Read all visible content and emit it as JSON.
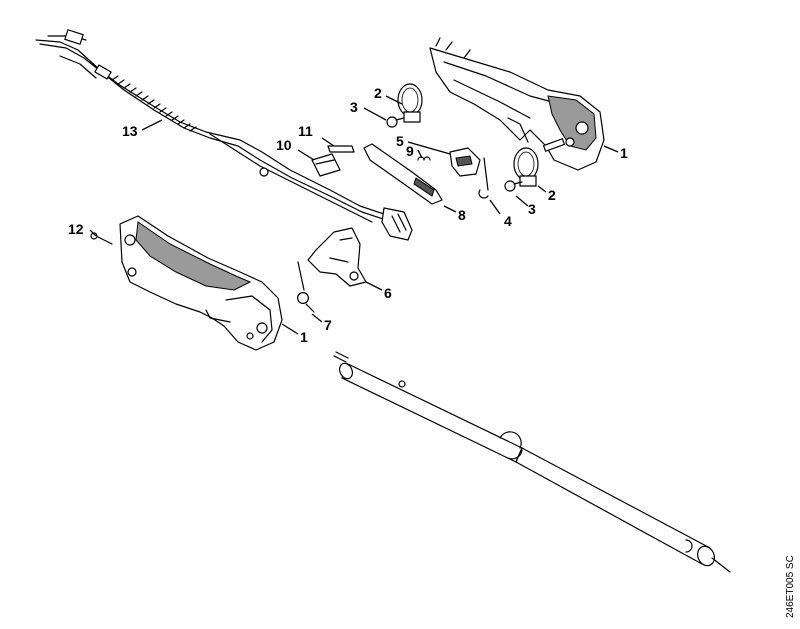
{
  "diagram": {
    "drawing_code": "246ET005 SC",
    "callouts": [
      {
        "id": "c1a",
        "text": "1"
      },
      {
        "id": "c1b",
        "text": "1"
      },
      {
        "id": "c2a",
        "text": "2"
      },
      {
        "id": "c2b",
        "text": "2"
      },
      {
        "id": "c3a",
        "text": "3"
      },
      {
        "id": "c3b",
        "text": "3"
      },
      {
        "id": "c4",
        "text": "4"
      },
      {
        "id": "c5",
        "text": "5"
      },
      {
        "id": "c6",
        "text": "6"
      },
      {
        "id": "c7",
        "text": "7"
      },
      {
        "id": "c8",
        "text": "8"
      },
      {
        "id": "c9",
        "text": "9"
      },
      {
        "id": "c10",
        "text": "10"
      },
      {
        "id": "c11",
        "text": "11"
      },
      {
        "id": "c12",
        "text": "12"
      },
      {
        "id": "c13",
        "text": "13"
      }
    ]
  }
}
